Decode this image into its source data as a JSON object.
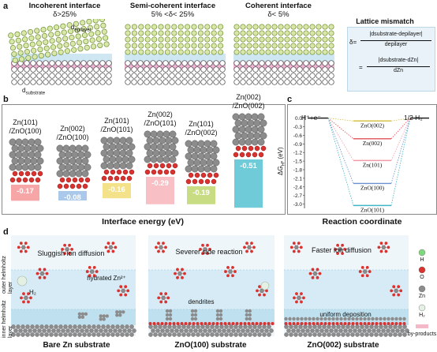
{
  "panel_a": {
    "label": "a",
    "incoherent": {
      "title": "Incoherent interface",
      "cond": "δ>25%",
      "d_epi": "d",
      "d_epi_sub": "epilayer",
      "d_sub": "d",
      "d_sub_sub": "substrate"
    },
    "semi": {
      "title": "Semi-coherent interface",
      "cond": "5% <δ< 25%"
    },
    "coherent": {
      "title": "Coherent interface",
      "cond": "δ< 5%"
    },
    "lattice": {
      "title": "Lattice mismatch",
      "lhs": "δ=",
      "num1": "|dsubstrate-depilayer|",
      "den1": "depilayer",
      "eq": "=",
      "num2": "|dsubstrate-dZn|",
      "den2": "dZn"
    }
  },
  "panel_b": {
    "label": "b",
    "xlabel": "Interface energy (eV)",
    "structures": [
      {
        "name": "Zn(101)\n/ZnO(100)",
        "l1": "Zn(101)",
        "l2": "/ZnO(100)",
        "value": -0.17,
        "text": "-0.17",
        "color": "#f7a6a8"
      },
      {
        "name": "Zn(002)\n/ZnO(100)",
        "l1": "Zn(002)",
        "l2": "/ZnO(100)",
        "value": -0.08,
        "text": "-0.08",
        "color": "#a9c8ea"
      },
      {
        "name": "Zn(101)\n/ZnO(101)",
        "l1": "Zn(101)",
        "l2": "/ZnO(101)",
        "value": -0.16,
        "text": "-0.16",
        "color": "#f3e28a"
      },
      {
        "name": "Zn(002)\n/ZnO(101)",
        "l1": "Zn(002)",
        "l2": "/ZnO(101)",
        "value": -0.29,
        "text": "-0.29",
        "color": "#f8c0c4"
      },
      {
        "name": "Zn(101)\n/ZnO(002)",
        "l1": "Zn(101)",
        "l2": "/ZnO(002)",
        "value": -0.19,
        "text": "-0.19",
        "color": "#c8dc84"
      },
      {
        "name": "Zn(002)\n/ZnO(002)",
        "l1": "Zn(002)",
        "l2": "/ZnO(002)",
        "value": -0.51,
        "text": "-0.51",
        "color": "#6fcbd8"
      }
    ]
  },
  "panel_c": {
    "label": "c",
    "left_label": "H⁺+e⁻",
    "right_label": "1/2 H₂",
    "ylabel": "ΔG",
    "ylabel_sub": "H*",
    "ylabel_unit": " (eV)",
    "xlabel": "Reaction coordinate",
    "yticks": [
      "0.0",
      "-0.3",
      "-0.6",
      "-0.9",
      "-1.2",
      "-1.5",
      "-1.8",
      "-2.1",
      "-2.4",
      "-2.7",
      "-3.0"
    ]
  },
  "chart_data": {
    "type": "line",
    "title": "",
    "xlabel": "Reaction coordinate",
    "ylabel": "ΔGH* (eV)",
    "ylim": [
      -3.15,
      0.1
    ],
    "x": [
      "H⁺+e⁻",
      "H*",
      "1/2 H₂"
    ],
    "series": [
      {
        "name": "ZnO(002)",
        "values": [
          0.0,
          -0.1,
          0.0
        ],
        "color": "#d4c24a"
      },
      {
        "name": "Zn(002)",
        "values": [
          0.0,
          -0.72,
          0.0
        ],
        "color": "#e0505a"
      },
      {
        "name": "Zn(101)",
        "values": [
          0.0,
          -1.48,
          0.0
        ],
        "color": "#f19aa8"
      },
      {
        "name": "ZnO(100)",
        "values": [
          0.0,
          -2.28,
          0.0
        ],
        "color": "#6b8fd0"
      },
      {
        "name": "ZnO(101)",
        "values": [
          0.0,
          -3.05,
          0.0
        ],
        "color": "#3fb6c9"
      }
    ]
  },
  "panel_d": {
    "label": "d",
    "bare": {
      "title": "Bare Zn substrate",
      "t1": "Sluggish ion diffusion",
      "t2": "hydrated Zn²⁺",
      "h2": "H₂"
    },
    "zno100": {
      "title": "ZnO(100) substrate",
      "t1": "Severer side reaction",
      "t2": "dendrites"
    },
    "zno002": {
      "title": "ZnO(002) substrate",
      "t1": "Faster ion diffusion",
      "t2": "uniform deposition"
    },
    "side_labels": {
      "outer": "outer helmholtz layer",
      "inner": "inner helmholtz layer"
    },
    "legend": [
      "H",
      "O",
      "Zn",
      "H₂",
      "by-products"
    ]
  }
}
